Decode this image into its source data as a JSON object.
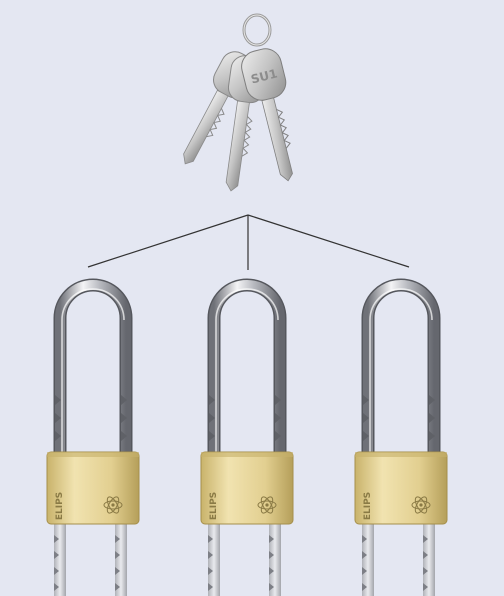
{
  "colors": {
    "background": "#e4e7f2",
    "brass_light": "#f1e3b0",
    "brass_mid": "#d9c584",
    "brass_dark": "#b59f5a",
    "chrome_light": "#f4f4f6",
    "chrome_dark": "#7d7f86",
    "key_silver": "#c9c9c9",
    "connector_line": "#333333"
  },
  "keys": {
    "count": 3,
    "stamp": "SU1",
    "icon": "key-icon"
  },
  "padlocks": [
    {
      "brand": "ELIPS",
      "icon": "atom-logo-icon"
    },
    {
      "brand": "ELIPS",
      "icon": "atom-logo-icon"
    },
    {
      "brand": "ELIPS",
      "icon": "atom-logo-icon"
    }
  ]
}
